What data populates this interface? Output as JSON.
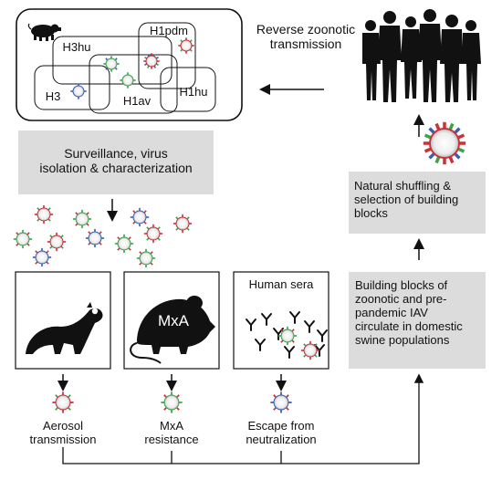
{
  "reverse_zoonotic": {
    "line1": "Reverse zoonotic",
    "line2": "transmission"
  },
  "subtypes": {
    "h1pdm": "H1pdm",
    "h3hu": "H3hu",
    "h3": "H3",
    "h1av": "H1av",
    "h1hu": "H1hu"
  },
  "surveillance": {
    "line1": "Surveillance, virus",
    "line2": "isolation & characterization"
  },
  "natural_shuffling": {
    "line1": "Natural shuffling &",
    "line2": "selection of building",
    "line3": "blocks"
  },
  "building_blocks": {
    "line1": "Building blocks of",
    "line2": "zoonotic and pre-",
    "line3": "pandemic IAV",
    "line4": "circulate in domestic",
    "line5": "swine populations"
  },
  "models": {
    "mouse_label": "MxA",
    "human_sera": "Human sera"
  },
  "phenotypes": {
    "aerosol": {
      "line1": "Aerosol",
      "line2": "transmission"
    },
    "mxa": {
      "line1": "MxA",
      "line2": "resistance"
    },
    "escape": {
      "line1": "Escape from",
      "line2": "neutralization"
    }
  },
  "colors": {
    "virus_red": "#c8323a",
    "virus_green": "#3aa34a",
    "virus_blue": "#3a5fb4",
    "box_grey": "#dcdcdc",
    "ink": "#111111"
  }
}
